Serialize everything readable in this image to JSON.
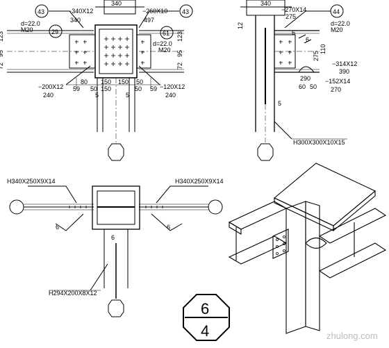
{
  "detail_top_left": {
    "dims": [
      "340",
      "−340X12",
      "340",
      "−260X10",
      "497",
      "d=22.0",
      "M20",
      "d=22.0",
      "M20",
      "72",
      "95",
      "123",
      "72",
      "95",
      "123",
      "−200X12",
      "240",
      "−120X12",
      "240",
      "80",
      "150",
      "150",
      "50",
      "150",
      "59",
      "59",
      "5",
      "5",
      "50",
      "50"
    ],
    "markers": [
      "43",
      "29",
      "43",
      "61"
    ]
  },
  "detail_top_right": {
    "dims": [
      "340",
      "12",
      "−270X14",
      "275",
      "d=22.0",
      "M20",
      "6",
      "6",
      "275",
      "110",
      "−314X12",
      "390",
      "−152X14",
      "270",
      "290",
      "60",
      "50",
      "5"
    ],
    "markers": [
      "44"
    ],
    "section_label": "H300X300X10X15"
  },
  "detail_bottom_left": {
    "left_label": "H340X250X9X14",
    "right_label": "H340X250X9X14",
    "column_label": "H294X200X8X12",
    "weld_sizes": [
      "6",
      "6",
      "6"
    ]
  },
  "title_symbol": {
    "top": "6",
    "bottom": "4"
  },
  "watermark": "zhulong.com"
}
